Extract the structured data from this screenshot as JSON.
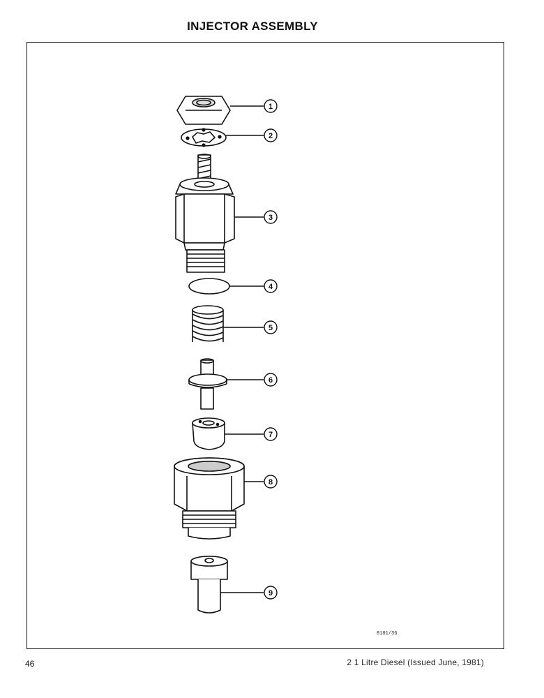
{
  "page": {
    "title": "INJECTOR ASSEMBLY",
    "page_number": "46",
    "footer_title": "2 1 Litre Diesel (Issued June, 1981)",
    "figure_ref": "8101/36"
  },
  "figure": {
    "callouts": [
      "1",
      "2",
      "3",
      "4",
      "5",
      "6",
      "7",
      "8",
      "9"
    ]
  }
}
